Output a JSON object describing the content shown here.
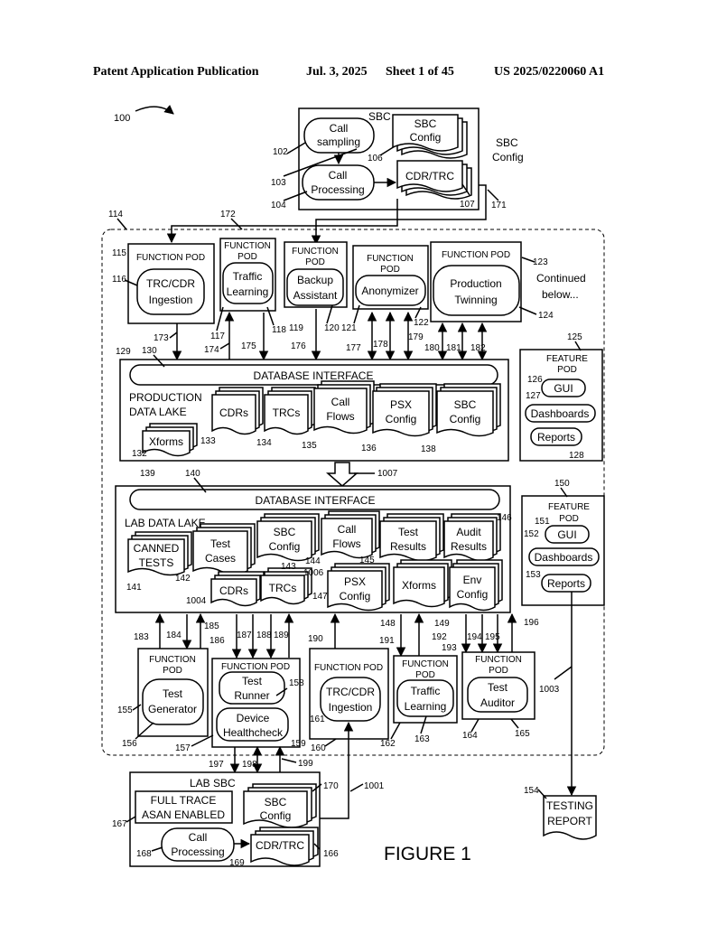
{
  "header": {
    "publication": "Patent Application Publication",
    "date": "Jul. 3, 2025",
    "sheet": "Sheet 1 of 45",
    "number": "US 2025/0220060 A1"
  },
  "figure_title": "FIGURE 1",
  "refs": {
    "r100": "100",
    "r102": "102",
    "r103": "103",
    "r104": "104",
    "r106": "106",
    "r107": "107",
    "r171": "171",
    "r114": "114",
    "r172": "172",
    "r115": "115",
    "r116": "116",
    "r117": "117",
    "r118": "118",
    "r119": "119",
    "r120": "120",
    "r121": "121",
    "r122": "122",
    "r123": "123",
    "r124": "124",
    "r125": "125",
    "r126": "126",
    "r127": "127",
    "r128": "128",
    "r129": "129",
    "r130": "130",
    "r132": "132",
    "r133": "133",
    "r134": "134",
    "r135": "135",
    "r136": "136",
    "r138": "138",
    "r139": "139",
    "r140": "140",
    "r141": "141",
    "r142": "142",
    "r143": "143",
    "r144": "144",
    "r145": "145",
    "r146": "146",
    "r147": "147",
    "r148": "148",
    "r149": "149",
    "r150": "150",
    "r151": "151",
    "r152": "152",
    "r153": "153",
    "r154": "154",
    "r155": "155",
    "r156": "156",
    "r157": "157",
    "r158": "158",
    "r159": "159",
    "r160": "160",
    "r161": "161",
    "r162": "162",
    "r163": "163",
    "r164": "164",
    "r165": "165",
    "r166": "166",
    "r167": "167",
    "r168": "168",
    "r169": "169",
    "r170": "170",
    "r173": "173",
    "r174": "174",
    "r175": "175",
    "r176": "176",
    "r177": "177",
    "r178": "178",
    "r179": "179",
    "r180": "180",
    "r181": "181",
    "r182": "182",
    "r183": "183",
    "r184": "184",
    "r185": "185",
    "r186": "186",
    "r187": "187",
    "r188": "188",
    "r189": "189",
    "r190": "190",
    "r191": "191",
    "r192": "192",
    "r193": "193",
    "r194": "194",
    "r195": "195",
    "r196": "196",
    "r197": "197",
    "r198": "198",
    "r199": "199",
    "r1001": "1001",
    "r1003": "1003",
    "r1004": "1004",
    "r1006": "1006",
    "r1007": "1007"
  },
  "sbc": {
    "title": "SBC",
    "call_sampling_1": "Call",
    "call_sampling_2": "sampling",
    "config_1": "SBC",
    "config_2": "Config",
    "call_processing_1": "Call",
    "call_processing_2": "Processing",
    "cdr_trc": "CDR/TRC",
    "side_label_1": "SBC",
    "side_label_2": "Config"
  },
  "pods_top": {
    "trc_title": "FUNCTION POD",
    "trc_1": "TRC/CDR",
    "trc_2": "Ingestion",
    "traffic_title_1": "FUNCTION",
    "traffic_title_2": "POD",
    "traffic_1": "Traffic",
    "traffic_2": "Learning",
    "backup_title_1": "FUNCTION",
    "backup_title_2": "POD",
    "backup_1": "Backup",
    "backup_2": "Assistant",
    "anon_title_1": "FUNCTION",
    "anon_title_2": "POD",
    "anon": "Anonymizer",
    "prod_title": "FUNCTION POD",
    "prod_1": "Production",
    "prod_2": "Twinning",
    "continued_1": "Continued",
    "continued_2": "below..."
  },
  "feature_pod_1": {
    "title_1": "FEATURE",
    "title_2": "POD",
    "gui": "GUI",
    "dash": "Dashboards",
    "reports": "Reports"
  },
  "feature_pod_2": {
    "title_1": "FEATURE",
    "title_2": "POD",
    "gui": "GUI",
    "dash": "Dashboards",
    "reports": "Reports"
  },
  "prod_lake": {
    "db_interface": "DATABASE INTERFACE",
    "title_1": "PRODUCTION",
    "title_2": "DATA LAKE",
    "cdrs": "CDRs",
    "trcs": "TRCs",
    "callflows_1": "Call",
    "callflows_2": "Flows",
    "psx_1": "PSX",
    "psx_2": "Config",
    "sbc_1": "SBC",
    "sbc_2": "Config",
    "xforms": "Xforms"
  },
  "lab_lake": {
    "db_interface": "DATABASE INTERFACE",
    "title": "LAB  DATA LAKE",
    "canned_1": "CANNED",
    "canned_2": "TESTS",
    "tc_1": "Test",
    "tc_2": "Cases",
    "sbc_1": "SBC",
    "sbc_2": "Config",
    "cf_1": "Call",
    "cf_2": "Flows",
    "tr_1": "Test",
    "tr_2": "Results",
    "ar_1": "Audit",
    "ar_2": "Results",
    "cdrs": "CDRs",
    "trcs": "TRCs",
    "psx_1": "PSX",
    "psx_2": "Config",
    "xforms": "Xforms",
    "env_1": "Env",
    "env_2": "Config"
  },
  "pods_bottom": {
    "gen_title_1": "FUNCTION",
    "gen_title_2": "POD",
    "gen_1": "Test",
    "gen_2": "Generator",
    "runner_title": "FUNCTION POD",
    "runner_1": "Test",
    "runner_2": "Runner",
    "health_1": "Device",
    "health_2": "Healthcheck",
    "ing_title": "FUNCTION POD",
    "ing_1": "TRC/CDR",
    "ing_2": "Ingestion",
    "tl_title_1": "FUNCTION",
    "tl_title_2": "POD",
    "tl_1": "Traffic",
    "tl_2": "Learning",
    "aud_title_1": "FUNCTION",
    "aud_title_2": "POD",
    "aud_1": "Test",
    "aud_2": "Auditor"
  },
  "lab_sbc": {
    "title": "LAB SBC",
    "trace_1": "FULL TRACE",
    "trace_2": "ASAN ENABLED",
    "config_1": "SBC",
    "config_2": "Config",
    "cp_1": "Call",
    "cp_2": "Processing",
    "cdr_trc": "CDR/TRC"
  },
  "testing_report": {
    "line_1": "TESTING",
    "line_2": "REPORT"
  }
}
